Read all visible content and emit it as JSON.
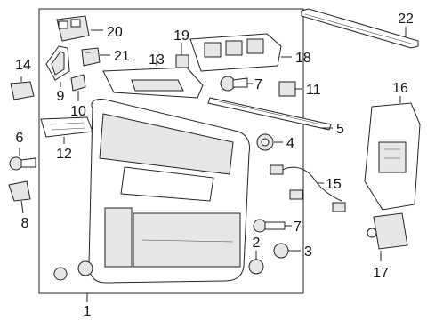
{
  "diagram": {
    "callouts": {
      "c1": "1",
      "c2": "2",
      "c3": "3",
      "c4": "4",
      "c5": "5",
      "c6": "6",
      "c7a": "7",
      "c7b": "7",
      "c8": "8",
      "c9": "9",
      "c10": "10",
      "c11": "11",
      "c12": "12",
      "c13": "13",
      "c14": "14",
      "c15": "15",
      "c16": "16",
      "c17": "17",
      "c18": "18",
      "c19": "19",
      "c20": "20",
      "c21": "21",
      "c22": "22"
    }
  }
}
